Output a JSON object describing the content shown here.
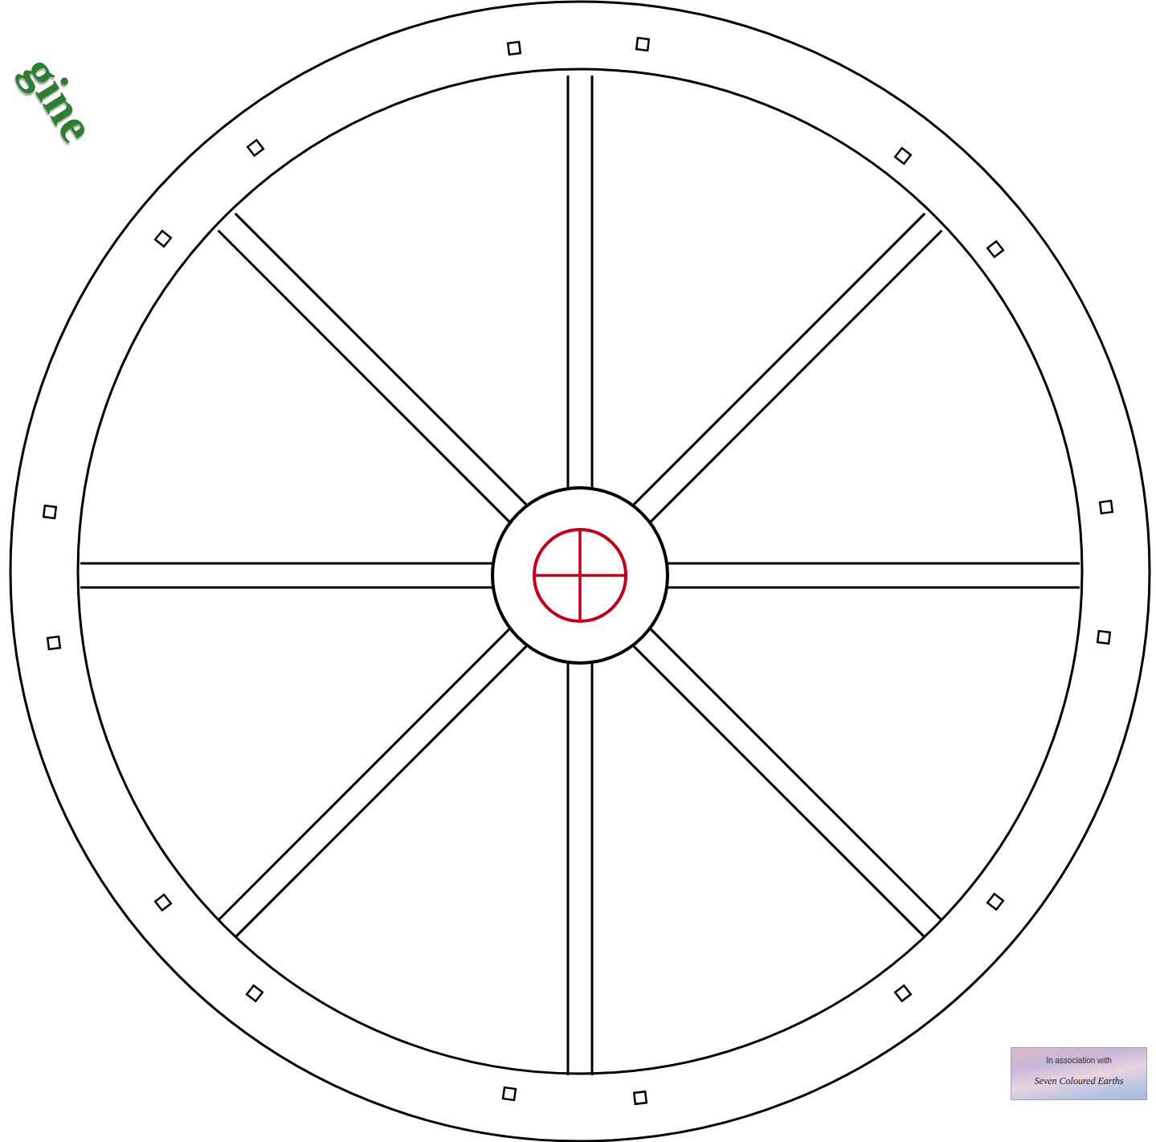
{
  "diagram": {
    "nodes": [
      {
        "text": [
          "In association with",
          "Seven Coloured Earths"
        ]
      }
    ],
    "labels": [
      "gine"
    ]
  }
}
